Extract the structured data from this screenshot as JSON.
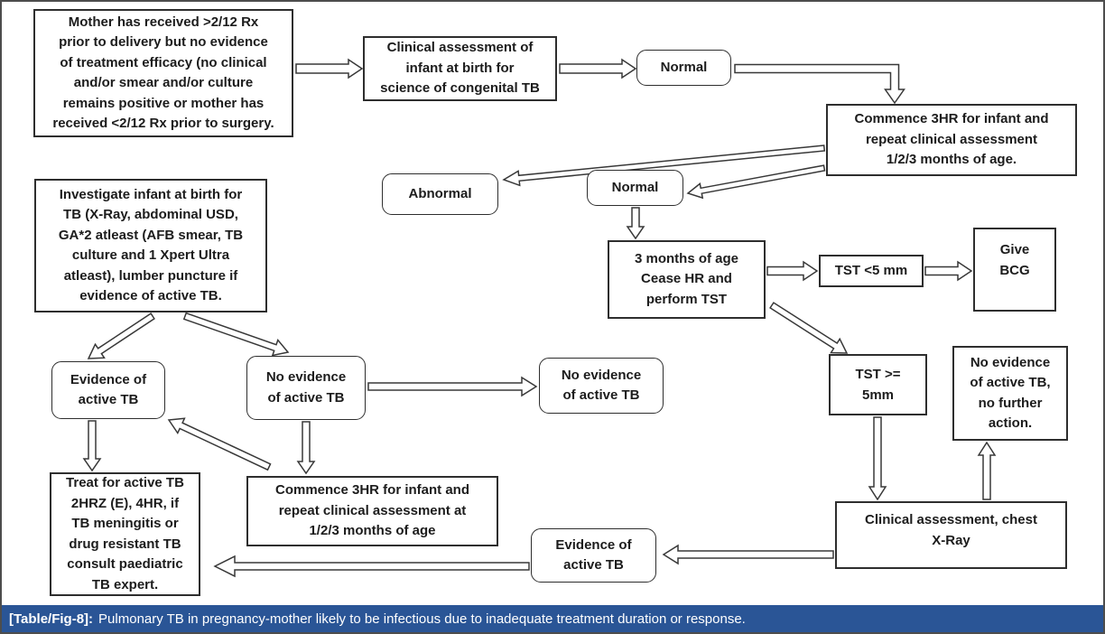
{
  "figure": {
    "caption_tag": "[Table/Fig-8]:",
    "caption_text": "Pulmonary TB in pregnancy-mother likely to be infectious due to inadequate treatment duration or response.",
    "colors": {
      "caption_bg": "#2a5596",
      "caption_text": "#ffffff",
      "box_border": "#2e2e2e",
      "text": "#1c1c1c"
    }
  },
  "flowchart": {
    "nodes": {
      "mother": {
        "label": "Mother has received >2/12 Rx\nprior to delivery but no evidence\nof treatment efficacy (no clinical\nand/or smear and/or culture\nremains positive or mother has\nreceived <2/12 Rx prior to surgery."
      },
      "assess_birth": {
        "label": "Clinical assessment of\ninfant at birth for\nscience of congenital TB"
      },
      "normal1": {
        "label": "Normal"
      },
      "commence_top": {
        "label": "Commence 3HR for infant and\nrepeat clinical assessment\n1/2/3 months of age."
      },
      "abnormal": {
        "label": "Abnormal"
      },
      "normal2": {
        "label": "Normal"
      },
      "investigate": {
        "label": "Investigate infant at birth for\nTB (X-Ray, abdominal USD,\nGA*2 atleast (AFB smear, TB\nculture and 1 Xpert Ultra\natleast), lumber puncture if\nevidence of active TB."
      },
      "three_months": {
        "label": "3 months of age\nCease HR and\nperform TST"
      },
      "tst_less": {
        "label": "TST <5 mm"
      },
      "give_bcg": {
        "label": "Give\nBCG"
      },
      "evidence_left": {
        "label": "Evidence of\nactive TB"
      },
      "no_evidence_left": {
        "label": "No evidence\nof active TB"
      },
      "no_evidence_mid": {
        "label": "No evidence\nof active TB"
      },
      "tst_ge": {
        "label": "TST >=\n5mm"
      },
      "no_action": {
        "label": "No evidence\nof active TB,\nno further\naction."
      },
      "treat": {
        "label": "Treat for active TB\n2HRZ (E), 4HR, if\nTB meningitis or\ndrug resistant TB\nconsult paediatric\nTB expert."
      },
      "commence_bottom": {
        "label": "Commence 3HR for infant and\nrepeat clinical assessment at\n1/2/3 months of age"
      },
      "evidence_bottom": {
        "label": "Evidence of\nactive TB"
      },
      "clinical_xray": {
        "label": "Clinical assessment, chest\nX-Ray"
      }
    }
  }
}
